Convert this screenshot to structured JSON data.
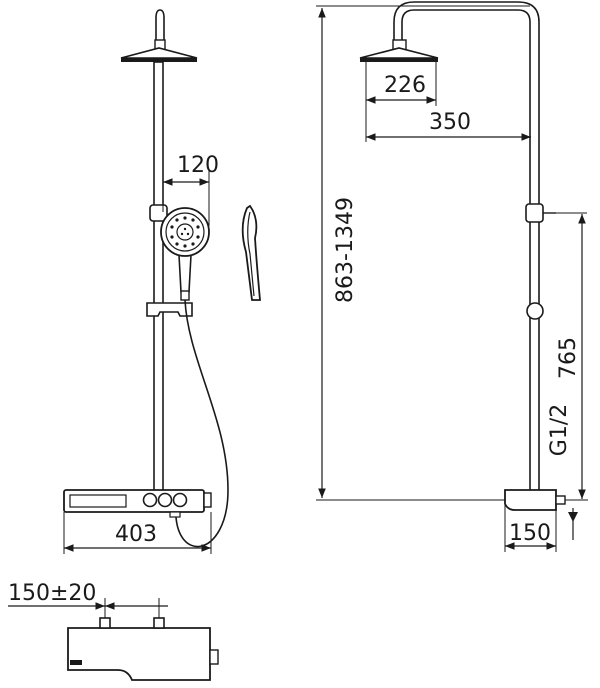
{
  "dimensions": {
    "handshower_width": "120",
    "overhead_diameter": "226",
    "arm_reach": "350",
    "total_height": "863-1349",
    "mixer_width": "403",
    "mixer_depth": "150",
    "holder_height": "765",
    "connection": "G1/2",
    "inlet_spacing": "150±20"
  },
  "colors": {
    "line": "#1a1a1a",
    "background": "#ffffff"
  }
}
